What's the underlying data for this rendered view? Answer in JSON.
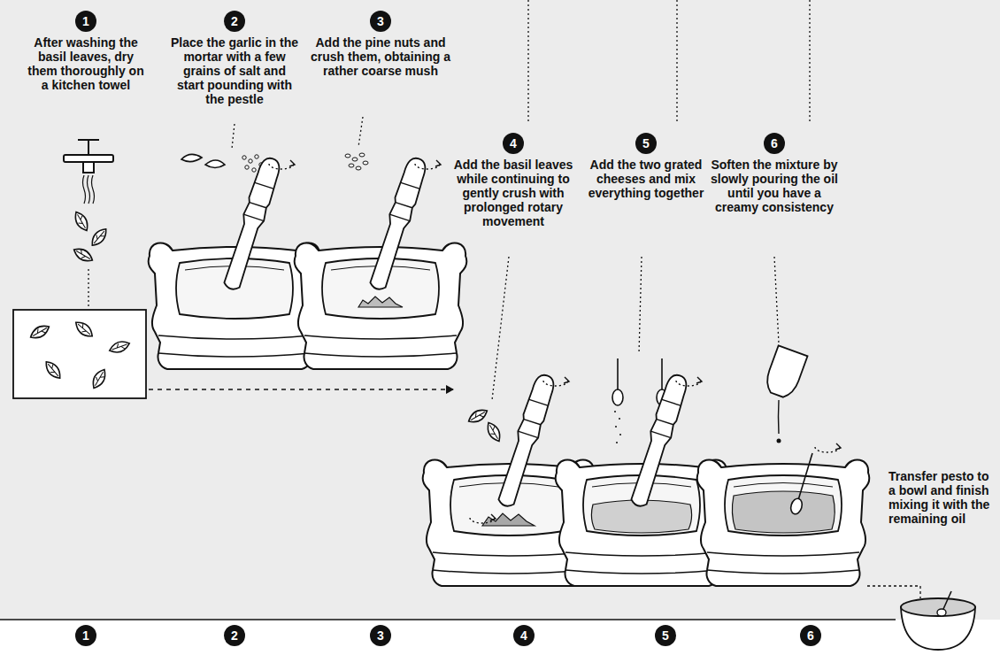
{
  "diagram": {
    "nodes": [
      {
        "text": [
          "1",
          "After washing the basil leaves, dry them thoroughly on a kitchen towel"
        ]
      },
      {
        "text": [
          "2",
          "Place the garlic in the mortar with a few grains of salt and start pounding with the pestle"
        ]
      },
      {
        "text": [
          "3",
          "Add the pine nuts and crush them, obtaining a rather coarse mush"
        ]
      },
      {
        "text": [
          "4",
          "Add the basil leaves while continuing to gently crush with prolonged rotary movement"
        ]
      },
      {
        "text": [
          "5",
          "Add the two grated cheeses and mix everything together"
        ]
      },
      {
        "text": [
          "6",
          "Soften the mixture by slowly pouring the oil until you have a creamy consistency"
        ]
      },
      {
        "text": [
          "1"
        ]
      },
      {
        "text": [
          "2"
        ]
      },
      {
        "text": [
          "3"
        ]
      },
      {
        "text": [
          "4"
        ]
      },
      {
        "text": [
          "5"
        ]
      },
      {
        "text": [
          "6"
        ]
      }
    ],
    "labels": [
      "Transfer pesto to a bowl and finish mixing it with the remaining oil"
    ]
  }
}
